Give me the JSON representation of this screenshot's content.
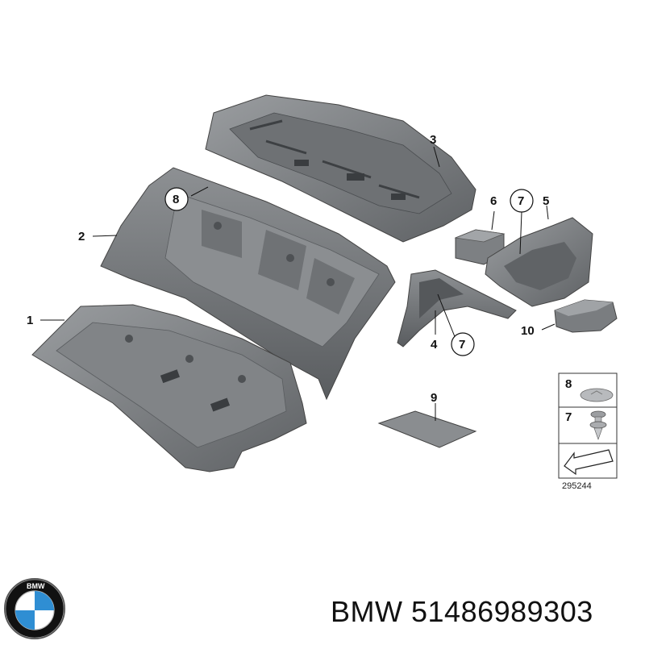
{
  "callouts": {
    "c1": "1",
    "c2": "2",
    "c3": "3",
    "c4": "4",
    "c5": "5",
    "c6": "6",
    "c7a": "7",
    "c7b": "7",
    "c8": "8",
    "c9": "9",
    "c10": "10"
  },
  "legend": {
    "item8": "8",
    "item7": "7",
    "ref_number": "295244"
  },
  "logo": {
    "text": "BMW"
  },
  "caption": {
    "brand": "BMW",
    "part_number": "51486989303"
  },
  "colors": {
    "part_fill": "#7a7d80",
    "part_dark": "#55585b",
    "part_light": "#a5a8ab",
    "bmw_blue": "#2f8ed3",
    "line": "#111111"
  }
}
